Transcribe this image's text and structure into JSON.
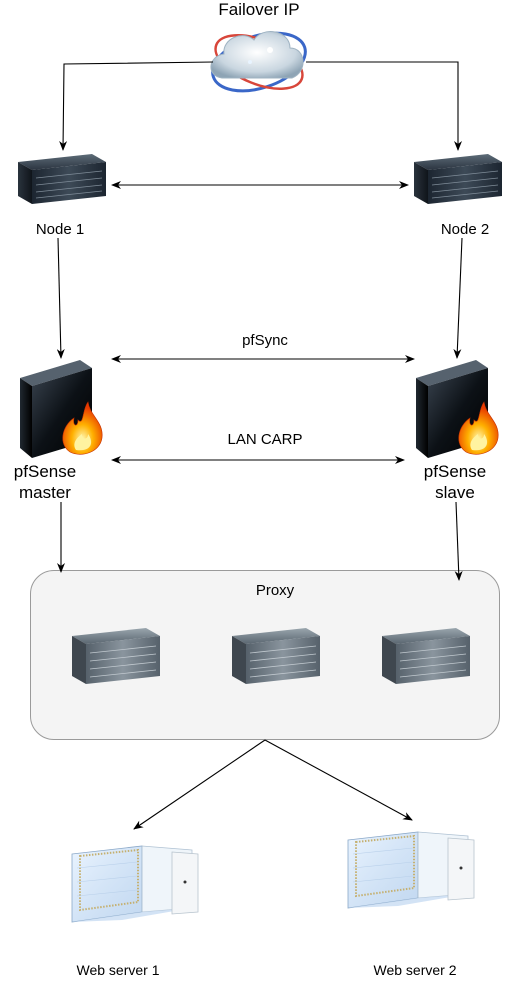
{
  "failover_ip": {
    "label": "Failover IP",
    "icon": "cloud-globe-icon"
  },
  "nodes": [
    {
      "label": "Node 1",
      "icon": "rack-server-icon"
    },
    {
      "label": "Node 2",
      "icon": "rack-server-icon"
    }
  ],
  "firewalls": [
    {
      "label_line1": "pfSense",
      "label_line2": "master",
      "icon": "firewall-server-icon"
    },
    {
      "label_line1": "pfSense",
      "label_line2": "slave",
      "icon": "firewall-server-icon"
    }
  ],
  "links": {
    "sync": "pfSync",
    "carp": "LAN CARP"
  },
  "proxy": {
    "label": "Proxy",
    "server_count": 3,
    "icon": "rack-server-icon"
  },
  "web_servers": [
    {
      "label": "Web server 1",
      "icon": "workstation-icon"
    },
    {
      "label": "Web server 2",
      "icon": "workstation-icon"
    }
  ],
  "colors": {
    "line": "#000000",
    "proxy_fill": "#f4f4f4",
    "proxy_border": "#9a9a9a",
    "flame": "#ff7a00"
  }
}
